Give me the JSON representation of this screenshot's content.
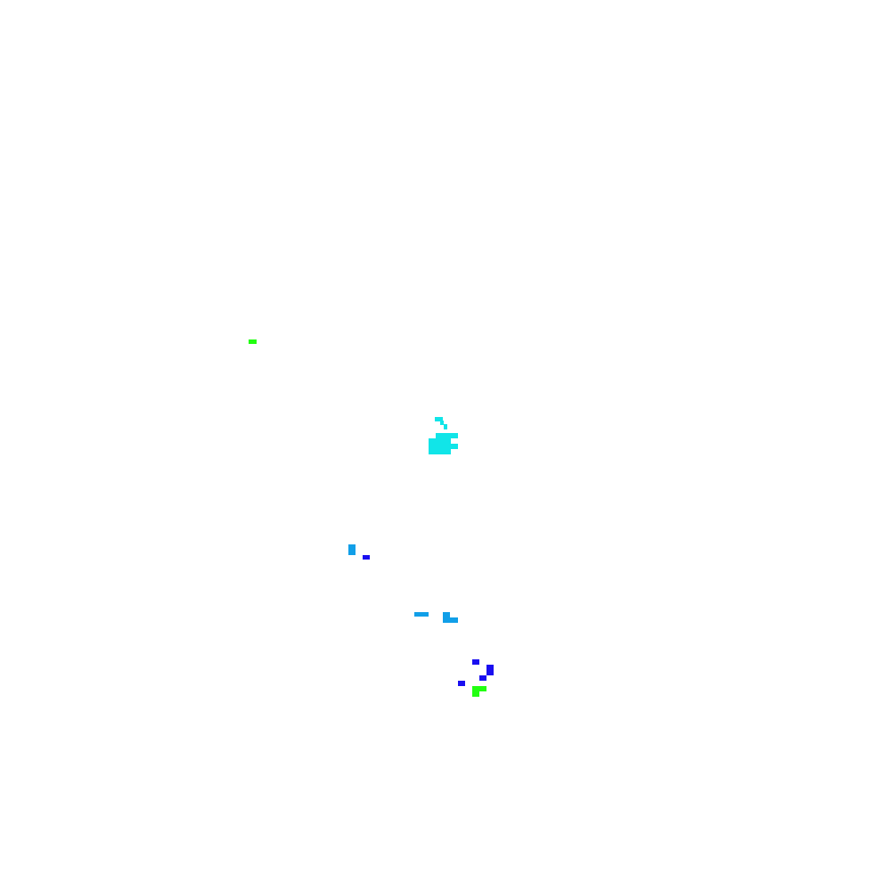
{
  "palette": {
    "background": "#ffffff",
    "green": "#22ff11",
    "cyan": "#11e5e8",
    "sky_blue": "#119fe8",
    "blue": "#1a0ef0"
  },
  "entities": [
    {
      "name": "green-blob-small",
      "color_key": "green"
    },
    {
      "name": "cyan-creature",
      "color_key": "cyan"
    },
    {
      "name": "sky-blue-block-left",
      "color_key": "sky_blue"
    },
    {
      "name": "blue-dot-left",
      "color_key": "blue"
    },
    {
      "name": "sky-blue-bar",
      "color_key": "sky_blue"
    },
    {
      "name": "sky-blue-corner-piece",
      "color_key": "sky_blue"
    },
    {
      "name": "blue-cluster",
      "color_key": "blue"
    },
    {
      "name": "green-corner-piece",
      "color_key": "green"
    }
  ]
}
